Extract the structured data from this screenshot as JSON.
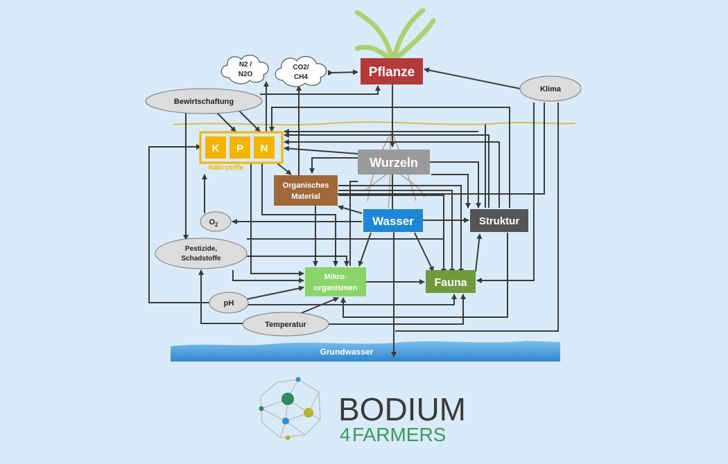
{
  "diagram": {
    "nodes": {
      "pflanze": "Pflanze",
      "wurzeln": "Wurzeln",
      "organisches_material": [
        "Organisches",
        "Material"
      ],
      "wasser": "Wasser",
      "struktur": "Struktur",
      "mikroorganismen": [
        "Mikro-",
        "organismen"
      ],
      "fauna": "Fauna",
      "k": "K",
      "p": "P",
      "n": "N",
      "naehrstoffe": "Nährstoffe",
      "bewirtschaftung": "Bewirtschaftung",
      "klima": "Klima",
      "n2_n2o": [
        "N2 /",
        "N2O"
      ],
      "co2_ch4": [
        "CO2/",
        "CH4"
      ],
      "o2": "O",
      "o2_sub": "2",
      "pestizide": [
        "Pestizide,",
        "Schadstoffe"
      ],
      "ph": "pH",
      "temperatur": "Temperatur",
      "grundwasser": "Grundwasser"
    },
    "colors": {
      "pflanze": "#b33a3a",
      "wurzeln": "#9a9a9a",
      "organisches_material": "#a0683a",
      "wasser": "#1f86d6",
      "struktur": "#555555",
      "mikroorganismen": "#8bd46a",
      "fauna": "#6f9a3c",
      "nutrients": "#f4b400",
      "ellipse": "#dcdcdc",
      "arrow": "#3a3a3a",
      "soil_line": "#d6c04a",
      "groundwater": "#4a9ad8"
    }
  },
  "logo": {
    "word_main": "BODIUM",
    "word_number": "4",
    "word_sub": "FARMERS",
    "colors": {
      "main": "#3a3a3a",
      "sub": "#3a9a5a",
      "dot_green": "#2e8b57",
      "dot_blue": "#2e8bd8",
      "dot_yellow": "#b5b52e"
    }
  }
}
